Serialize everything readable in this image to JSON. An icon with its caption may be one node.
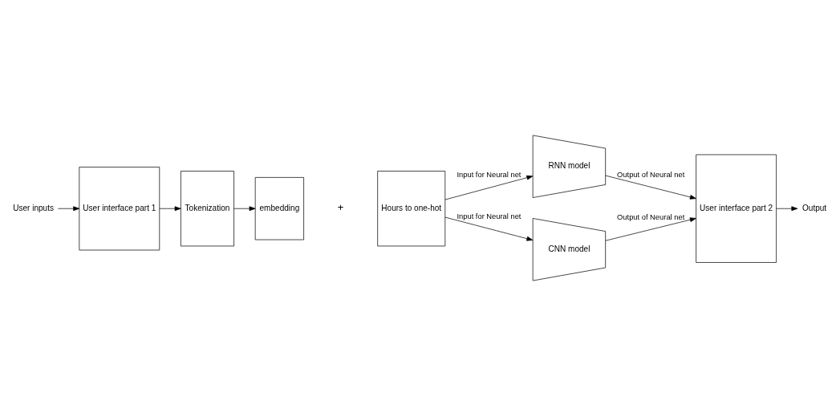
{
  "diagram": {
    "nodes": [
      {
        "text": [
          "User inputs"
        ]
      },
      {
        "text": [
          "User interface part 1"
        ]
      },
      {
        "text": [
          "Tokenization"
        ]
      },
      {
        "text": [
          "embedding"
        ]
      },
      {
        "text": [
          "Hours to one-hot"
        ]
      },
      {
        "text": [
          "RNN model"
        ]
      },
      {
        "text": [
          "CNN model"
        ]
      },
      {
        "text": [
          "User interface part 2"
        ]
      },
      {
        "text": [
          "Output"
        ]
      }
    ],
    "edges": [
      {
        "from": 0,
        "to": 1,
        "arrow": "to"
      },
      {
        "from": 1,
        "to": 2,
        "arrow": "to"
      },
      {
        "from": 2,
        "to": 3,
        "arrow": "to"
      },
      {
        "from": 4,
        "to": 5,
        "arrow": "to",
        "label": "Input for Neural net"
      },
      {
        "from": 4,
        "to": 6,
        "arrow": "to",
        "label": "Input for Neural net"
      },
      {
        "from": 5,
        "to": 7,
        "arrow": "to",
        "label": "Output of Neural net"
      },
      {
        "from": 6,
        "to": 7,
        "arrow": "to",
        "label": "Output of Neural net"
      },
      {
        "from": 7,
        "to": 8,
        "arrow": "to"
      }
    ],
    "labels": [
      "+"
    ]
  }
}
